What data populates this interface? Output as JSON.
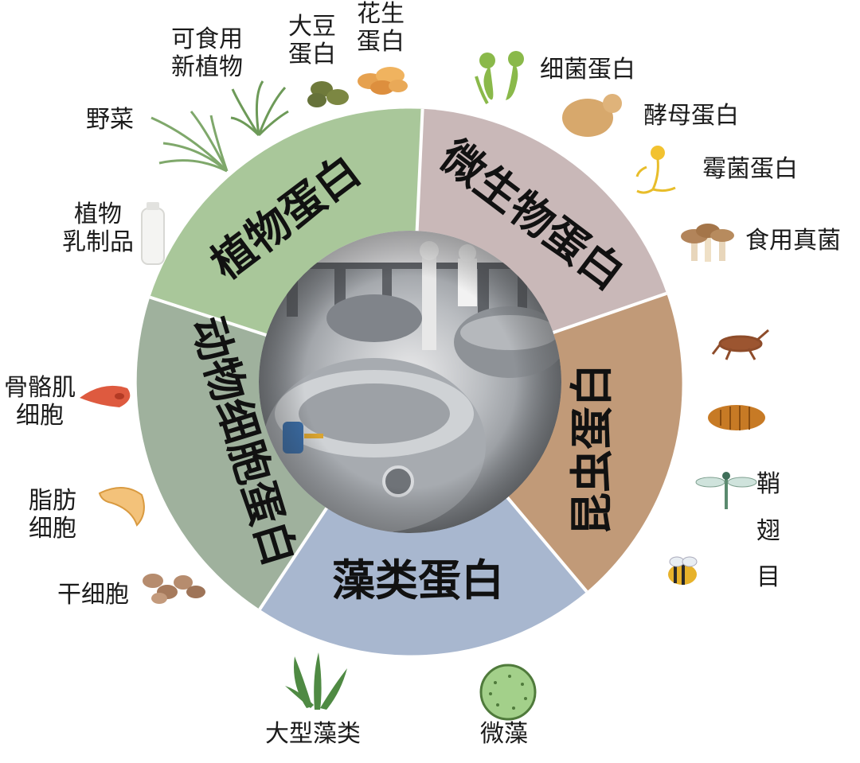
{
  "diagram": {
    "center_photo": "protein-production-factory",
    "segments": [
      {
        "id": "plant",
        "label": "植物蛋白",
        "color": "#a9c79a"
      },
      {
        "id": "microbe",
        "label": "微生物蛋白",
        "color": "#c9b8b8"
      },
      {
        "id": "insect",
        "label": "昆虫蛋白",
        "color": "#c19a78"
      },
      {
        "id": "algae",
        "label": "藻类蛋白",
        "color": "#a8b7cf"
      },
      {
        "id": "animal-cell",
        "label": "动物细胞蛋白",
        "color": "#9fb19d"
      }
    ],
    "items": {
      "edible_new_plants": "可食用\n新植物",
      "soy_protein": "大豆\n蛋白",
      "peanut_protein": "花生\n蛋白",
      "wild_vegetables": "野菜",
      "plant_dairy": "植物\n乳制品",
      "bacterial_protein": "细菌蛋白",
      "yeast_protein": "酵母蛋白",
      "mold_protein": "霉菌蛋白",
      "edible_fungi": "食用真菌",
      "orders_vertical": "鞘\n翅\n目",
      "skeletal_muscle": "骨骼肌\n细胞",
      "fat_cells": "脂肪\n细胞",
      "stem_cells": "干细胞",
      "macroalgae": "大型藻类",
      "microalgae": "微藻"
    }
  }
}
